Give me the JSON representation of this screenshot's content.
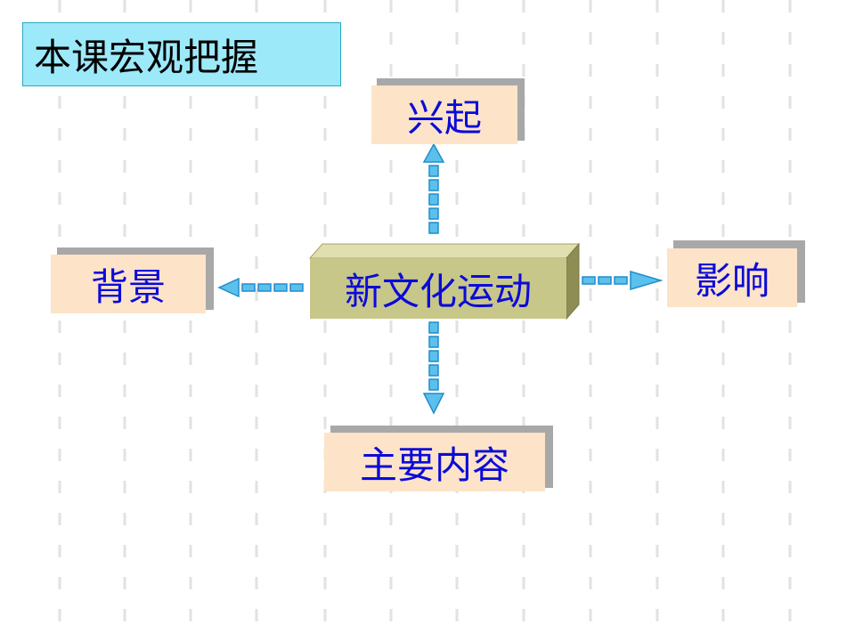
{
  "title": "本课宏观把握",
  "center": "新文化运动",
  "nodes": {
    "top": "兴起",
    "left": "背景",
    "right": "影响",
    "bottom": "主要内容"
  },
  "colors": {
    "title_bg": "#9ce9f9",
    "node_bg": "#fde3c8",
    "center_bg": "#c8c78a",
    "text": "#0b0bd8",
    "arrow": "#3aa9e0"
  }
}
